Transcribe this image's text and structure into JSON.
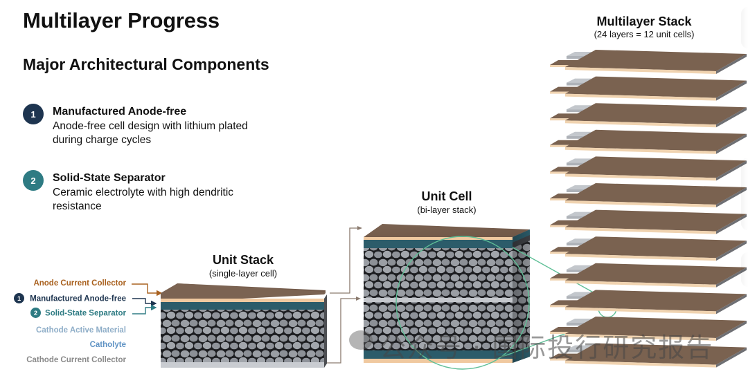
{
  "header": {
    "title": "Multilayer Progress",
    "subtitle": "Major Architectural Components"
  },
  "components": [
    {
      "number": "1",
      "title": "Manufactured Anode-free",
      "description": "Anode-free cell design with lithium plated during charge cycles",
      "color": "#1e3550"
    },
    {
      "number": "2",
      "title": "Solid-State Separator",
      "description": "Ceramic electrolyte with high dendritic resistance",
      "color": "#2e7b83"
    }
  ],
  "layer_legend": [
    {
      "label": "Anode Current Collector",
      "color": "#a9611f",
      "badge": null
    },
    {
      "label": "Manufactured Anode-free",
      "color": "#1e3550",
      "badge": "1"
    },
    {
      "label": "Solid-State Separator",
      "color": "#2e7b83",
      "badge": "2"
    },
    {
      "label": "Cathode Active Material",
      "color": "#8faec8",
      "badge": null
    },
    {
      "label": "Catholyte",
      "color": "#5f93c4",
      "badge": null
    },
    {
      "label": "Cathode Current Collector",
      "color": "#8a8a8a",
      "badge": null
    }
  ],
  "stages": {
    "unit_stack": {
      "title": "Unit Stack",
      "subtitle": "(single-layer cell)"
    },
    "unit_cell": {
      "title": "Unit Cell",
      "subtitle": "(bi-layer stack)"
    },
    "multilayer_stack": {
      "title": "Multilayer Stack",
      "subtitle": "(24 layers = 12 unit cells)",
      "sheet_count": 12
    }
  },
  "colors": {
    "anode_collector_top": "#7c6150",
    "anode_collector_side": "#f0c9a0",
    "separator": "#2c5c6a",
    "cathode": "#8d9196",
    "cathode_collector": "#c9ccd1",
    "highlight": "#5fbf97",
    "connector": "#8a7a6e"
  },
  "watermark": {
    "text": "公众号 · 国际投行研究报告"
  }
}
